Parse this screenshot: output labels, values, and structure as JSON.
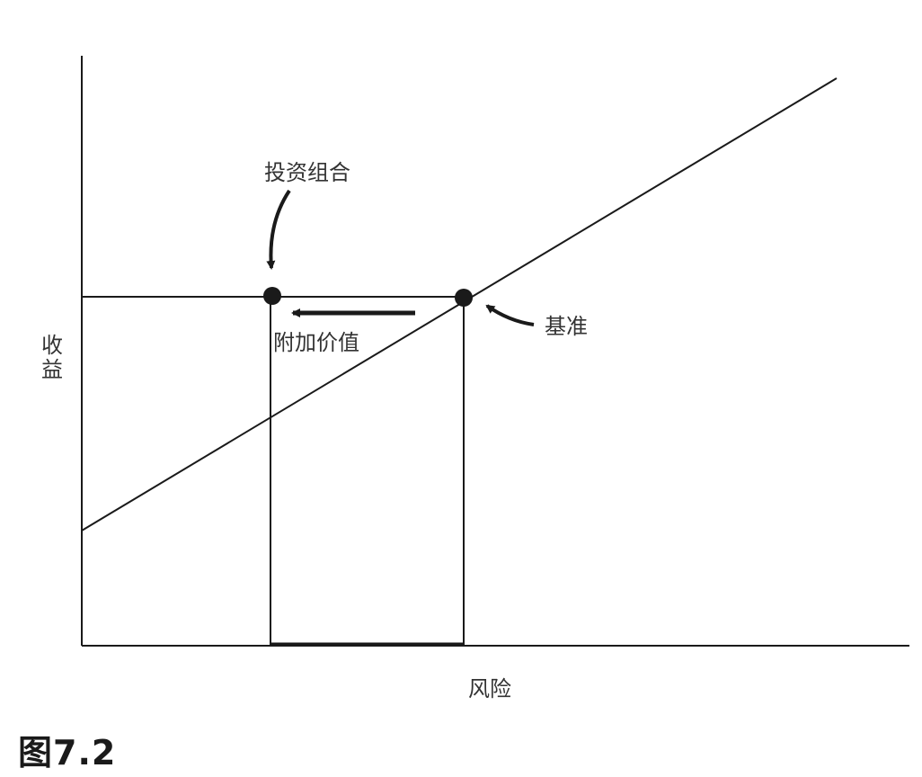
{
  "diagram": {
    "x_axis_label": "风险",
    "y_axis_label_line1": "收",
    "y_axis_label_line2": "益",
    "portfolio_label": "投资组合",
    "benchmark_label": "基准",
    "value_added_label": "附加价值"
  },
  "caption": "图7.2",
  "colors": {
    "line": "#1a1a1a",
    "text": "#333333",
    "background": "#ffffff"
  }
}
